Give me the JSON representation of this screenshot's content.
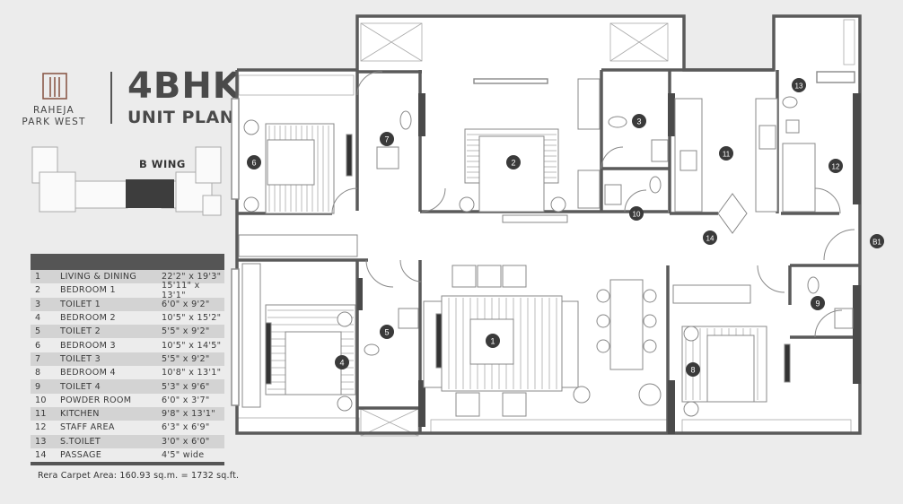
{
  "brand": {
    "line1": "RAHEJA",
    "line2": "PARK WEST"
  },
  "title": "4BHK",
  "subtitle": "UNIT PLAN",
  "wing": "B WING",
  "rooms": [
    {
      "no": "1",
      "name": "LIVING & DINING",
      "dims": "22'2\" x 19'3\""
    },
    {
      "no": "2",
      "name": "BEDROOM 1",
      "dims": "15'11\" x 13'1\""
    },
    {
      "no": "3",
      "name": "TOILET 1",
      "dims": "6'0\" x 9'2\""
    },
    {
      "no": "4",
      "name": "BEDROOM 2",
      "dims": "10'5\" x 15'2\""
    },
    {
      "no": "5",
      "name": "TOILET 2",
      "dims": "5'5\" x 9'2\""
    },
    {
      "no": "6",
      "name": "BEDROOM 3",
      "dims": "10'5\" x 14'5\""
    },
    {
      "no": "7",
      "name": "TOILET 3",
      "dims": "5'5\" x 9'2\""
    },
    {
      "no": "8",
      "name": "BEDROOM 4",
      "dims": "10'8\" x 13'1\""
    },
    {
      "no": "9",
      "name": "TOILET 4",
      "dims": "5'3\" x 9'6\""
    },
    {
      "no": "10",
      "name": "POWDER ROOM",
      "dims": "6'0\" x 3'7\""
    },
    {
      "no": "11",
      "name": "KITCHEN",
      "dims": "9'8\" x 13'1\""
    },
    {
      "no": "12",
      "name": "STAFF AREA",
      "dims": "6'3\" x 6'9\""
    },
    {
      "no": "13",
      "name": "S.TOILET",
      "dims": "3'0\" x 6'0\""
    },
    {
      "no": "14",
      "name": "PASSAGE",
      "dims": "4'5\" wide"
    }
  ],
  "carpet_area": "Rera Carpet Area: 160.93 sq.m. = 1732 sq.ft.",
  "markers": [
    "1",
    "2",
    "3",
    "4",
    "5",
    "6",
    "7",
    "8",
    "9",
    "10",
    "11",
    "12",
    "13",
    "14",
    "B1"
  ],
  "colors": {
    "wall": "#5a5a5a",
    "floor": "#ffffff",
    "background": "#ececec",
    "marker": "#3a3a3a",
    "highlight": "#3a3a3a"
  }
}
